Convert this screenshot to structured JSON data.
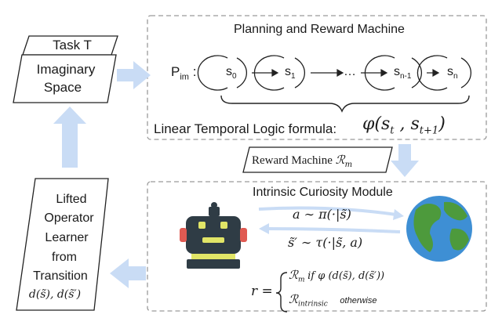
{
  "task_box": {
    "title": "Task T"
  },
  "imaginary_box": {
    "line1": "Imaginary",
    "line2": "Space"
  },
  "planning_panel": {
    "title": "Planning and Reward Machine",
    "p_label": "P",
    "p_sub": "im",
    "p_colon": ":",
    "states": [
      {
        "base": "s",
        "sub": "0"
      },
      {
        "base": "s",
        "sub": "1"
      },
      {
        "base": "…",
        "sub": ""
      },
      {
        "base": "s",
        "sub": "n-1"
      },
      {
        "base": "s",
        "sub": "n"
      }
    ],
    "ltl_label": "Linear Temporal Logic formula:",
    "ltl_formula": "φ(s",
    "ltl_t": "t",
    "ltl_comma": " , s",
    "ltl_t1": "t+1",
    "ltl_close": ")"
  },
  "reward_machine_box": {
    "label": "Reward Machine ",
    "symbol": "ℛ",
    "sub": "m"
  },
  "icm_panel": {
    "title": "Intrinsic Curiosity Module",
    "action_eq": "a ∼ π(·|s̃)",
    "transition_eq": "s̃′ ∼ τ(·|s̃, a)",
    "reward_r": "r =",
    "case1_sym": "ℛ",
    "case1_sub": "m",
    "case1_cond": "if  φ (d(s̃), d(s̃′))",
    "case2_sym": "ℛ",
    "case2_sub": "intrinsic",
    "case2_cond": "otherwise"
  },
  "operator_box": {
    "lines": [
      "Lifted",
      "Operator",
      "Learner",
      "from",
      "Transition"
    ],
    "formula": "d(s̃), d(s̃′)"
  },
  "icons": {
    "robot": "robot-icon",
    "globe": "globe-icon"
  },
  "colors": {
    "arrow": "#c9dcf5",
    "dashed": "#9a9a9a",
    "robot": "#2f3c45",
    "robot_accent": "#e1e567",
    "robot_ear": "#e05a52",
    "ocean": "#3e8fd4",
    "land": "#4d9a3c"
  }
}
